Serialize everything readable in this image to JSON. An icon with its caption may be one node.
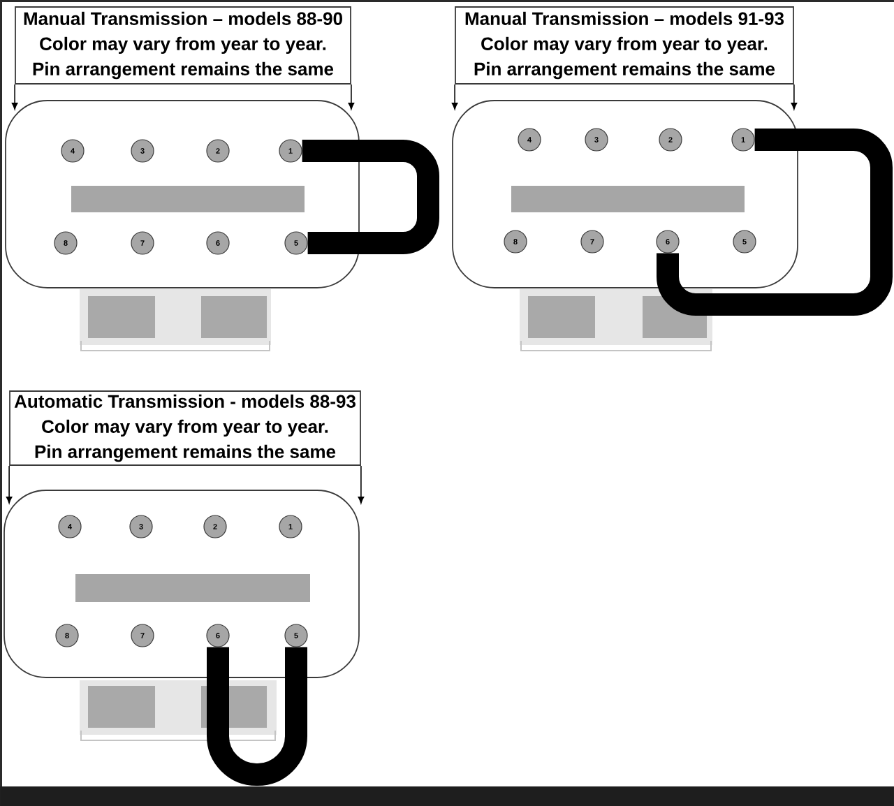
{
  "diagram": {
    "nodes": [
      {
        "text": [
          "Manual Transmission – models 88-90",
          "Color may vary from year to year.",
          "Pin arrangement remains the same"
        ]
      },
      {
        "text": [],
        "shape": "box"
      },
      {
        "text": [
          "4"
        ],
        "in": 1
      },
      {
        "text": [
          "3"
        ],
        "in": 1
      },
      {
        "text": [
          "2"
        ],
        "in": 1
      },
      {
        "text": [
          "1"
        ],
        "in": 1
      },
      {
        "text": [],
        "shape": "bar",
        "in": 1
      },
      {
        "text": [
          "8"
        ],
        "in": 1
      },
      {
        "text": [
          "7"
        ],
        "in": 1
      },
      {
        "text": [
          "6"
        ],
        "in": 1
      },
      {
        "text": [
          "5"
        ],
        "in": 1
      },
      {
        "text": [
          "Manual Transmission – models 91-93",
          "Color may vary from year to year.",
          "Pin arrangement remains the same"
        ]
      },
      {
        "text": [],
        "shape": "box"
      },
      {
        "text": [
          "4"
        ],
        "in": 12
      },
      {
        "text": [
          "3"
        ],
        "in": 12
      },
      {
        "text": [
          "2"
        ],
        "in": 12
      },
      {
        "text": [
          "1"
        ],
        "in": 12
      },
      {
        "text": [],
        "shape": "bar",
        "in": 12
      },
      {
        "text": [
          "8"
        ],
        "in": 12
      },
      {
        "text": [
          "7"
        ],
        "in": 12
      },
      {
        "text": [
          "6"
        ],
        "in": 12
      },
      {
        "text": [
          "5"
        ],
        "in": 12
      },
      {
        "text": [
          "Automatic Transmission - models 88-93",
          "Color may vary from year to year.",
          "Pin arrangement remains the same"
        ]
      },
      {
        "text": [],
        "shape": "box"
      },
      {
        "text": [
          "4"
        ],
        "in": 23
      },
      {
        "text": [
          "3"
        ],
        "in": 23
      },
      {
        "text": [
          "2"
        ],
        "in": 23
      },
      {
        "text": [
          "1"
        ],
        "in": 23
      },
      {
        "text": [],
        "shape": "bar",
        "in": 23
      },
      {
        "text": [
          "8"
        ],
        "in": 23
      },
      {
        "text": [
          "7"
        ],
        "in": 23
      },
      {
        "text": [
          "6"
        ],
        "in": 23
      },
      {
        "text": [
          "5"
        ],
        "in": 23
      }
    ],
    "edges": [
      {
        "from": 0,
        "to": 1,
        "arrow": "to"
      },
      {
        "from": 0,
        "to": 1,
        "arrow": "to"
      },
      {
        "from": 5,
        "to": 10,
        "arrow": "none",
        "style": "thick"
      },
      {
        "from": 11,
        "to": 12,
        "arrow": "to"
      },
      {
        "from": 11,
        "to": 12,
        "arrow": "to"
      },
      {
        "from": 16,
        "to": 20,
        "arrow": "none",
        "style": "thick"
      },
      {
        "from": 22,
        "to": 23,
        "arrow": "to"
      },
      {
        "from": 22,
        "to": 23,
        "arrow": "to"
      },
      {
        "from": 31,
        "to": 32,
        "arrow": "none",
        "style": "thick"
      }
    ]
  }
}
